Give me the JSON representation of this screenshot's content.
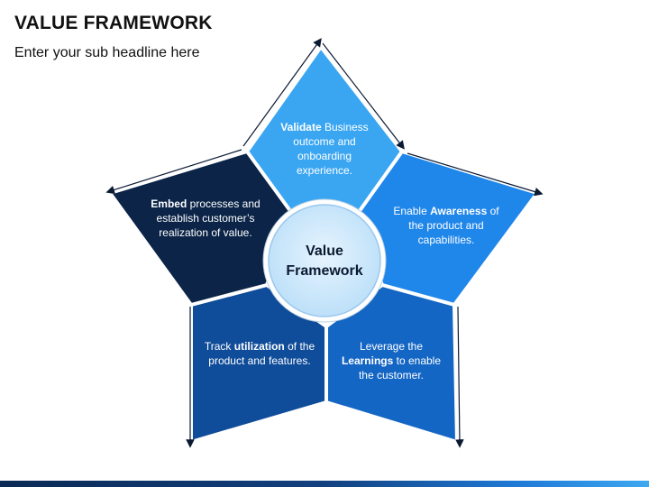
{
  "header": {
    "title": "VALUE FRAMEWORK",
    "subtitle": "Enter your sub headline here"
  },
  "center": {
    "line1": "Value",
    "line2": "Framework"
  },
  "segments": [
    {
      "id": "validate",
      "bold": "Validate",
      "pre": "",
      "post": " Business outcome and onboarding experience.",
      "color": "#3aa6f2",
      "text_color": "#ffffff"
    },
    {
      "id": "awareness",
      "bold": "Awareness",
      "pre": "Enable ",
      "post": " of the product and capabilities.",
      "color": "#1f86ea",
      "text_color": "#ffffff"
    },
    {
      "id": "learnings",
      "bold": "Learnings",
      "pre": "Leverage the ",
      "post": " to enable the customer.",
      "color": "#1466c4",
      "text_color": "#ffffff"
    },
    {
      "id": "utilization",
      "bold": "utilization",
      "pre": "Track ",
      "post": " of the product and features.",
      "color": "#0f4c99",
      "text_color": "#ffffff"
    },
    {
      "id": "embed",
      "bold": "Embed",
      "pre": "",
      "post": " processes and establish customer’s realization of value.",
      "color": "#0b2447",
      "text_color": "#ffffff"
    }
  ],
  "colors": {
    "center_fill": "#cde9fb",
    "center_ring": "#ffffff",
    "arrow": "#0b1a33"
  }
}
